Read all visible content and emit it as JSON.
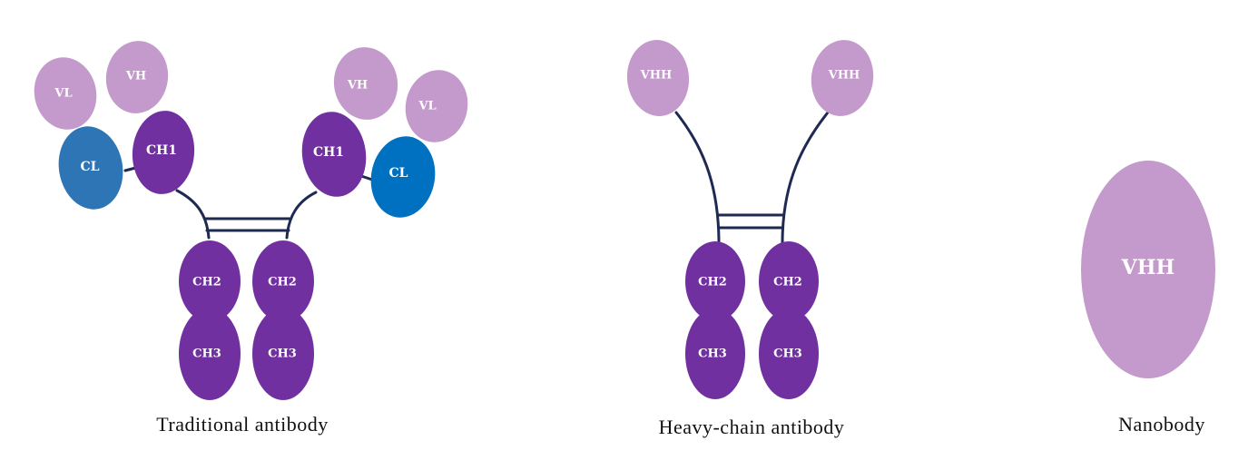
{
  "labels": {
    "vl": "VL",
    "vh": "VH",
    "cl": "CL",
    "ch1": "CH1",
    "ch2": "CH2",
    "ch3": "CH3",
    "vhh": "VHH"
  },
  "captions": {
    "traditional": "Traditional antibody",
    "heavy_chain": "Heavy-chain antibody",
    "nanobody": "Nanobody"
  },
  "colors": {
    "variable_light": "#c39acb",
    "constant_heavy": "#7030a0",
    "constant_light_left": "#2e75b6",
    "constant_light_right": "#0070c0",
    "linker": "#1e2a52"
  }
}
